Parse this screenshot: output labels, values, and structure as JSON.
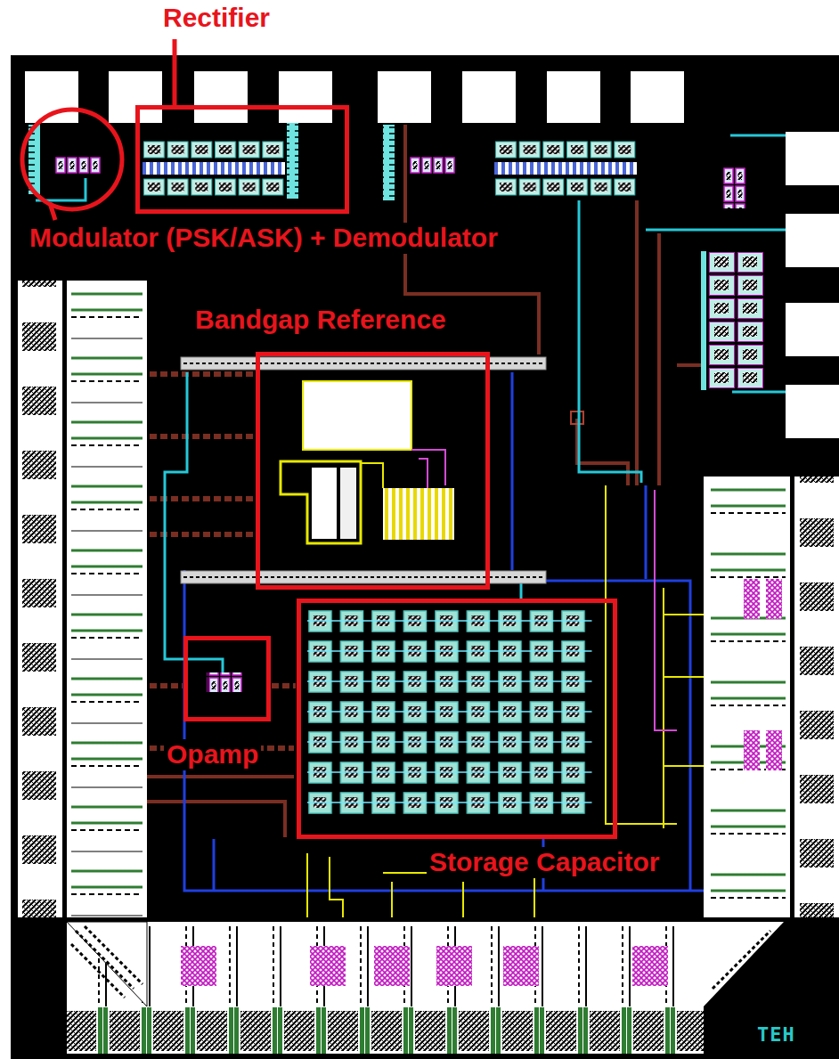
{
  "diagram": {
    "nodes": [
      {
        "text": [
          "Rectifier"
        ]
      },
      {
        "text": [
          "Modulator (PSK/ASK) + Demodulator"
        ]
      },
      {
        "text": [
          "Bandgap Reference"
        ]
      },
      {
        "text": [
          "Opamp"
        ]
      },
      {
        "text": [
          "Storage Capacitor"
        ]
      }
    ],
    "labels": [
      "TEH"
    ]
  }
}
